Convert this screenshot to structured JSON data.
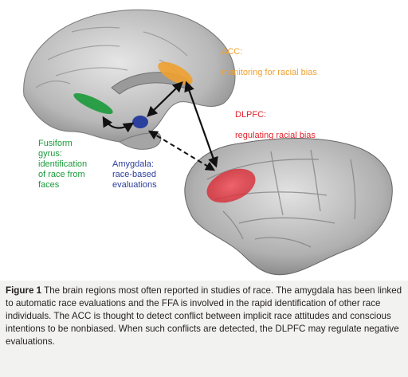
{
  "regions": {
    "acc": {
      "name": "ACC:",
      "role": "monitoring for racial bias",
      "color": "#f0a030"
    },
    "dlpfc": {
      "name": "DLPFC:",
      "role": "regulating racial bias",
      "color": "#e0242c"
    },
    "ffa": {
      "text": "Fusiform\ngyrus:\nidentification\nof race from\nfaces",
      "color": "#1a9a3a"
    },
    "amygdala": {
      "text": "Amygdala:\nrace-based\nevaluations",
      "color": "#2b3f9e"
    }
  },
  "caption": {
    "label": "Figure 1",
    "text": "The brain regions most often reported in studies of race. The amygdala has been linked to automatic race evaluations and the FFA is involved in the rapid identification of other race individuals. The ACC is thought to detect conflict between implicit race attitudes and conscious intentions to be nonbiased. When such conflicts are detected, the DLPFC may regulate negative evaluations."
  }
}
